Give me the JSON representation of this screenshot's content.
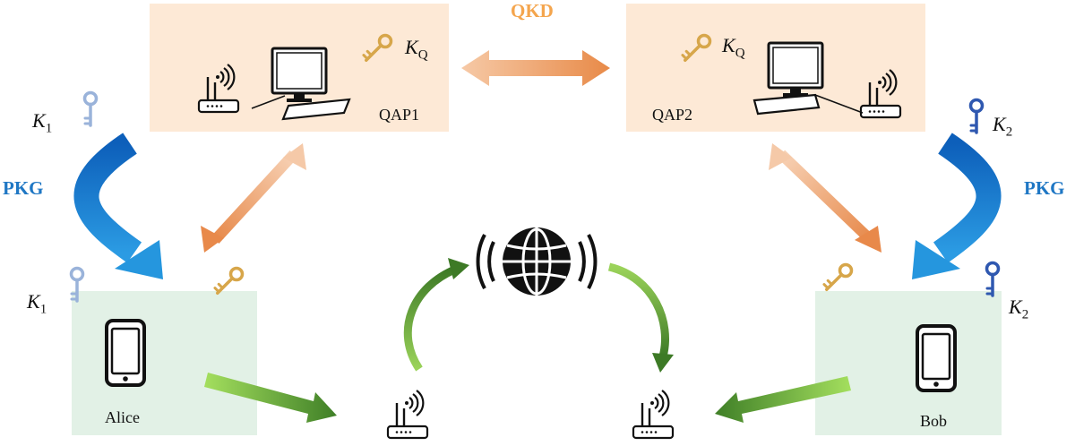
{
  "labels": {
    "qkd": "QKD",
    "qap1": "QAP1",
    "qap2": "QAP2",
    "alice": "Alice",
    "bob": "Bob",
    "pkg_left": "PKG",
    "pkg_right": "PKG",
    "kq_left": {
      "base": "K",
      "sub": "Q"
    },
    "kq_right": {
      "base": "K",
      "sub": "Q"
    },
    "k1_top": {
      "base": "K",
      "sub": "1"
    },
    "k1_bottom": {
      "base": "K",
      "sub": "1"
    },
    "k2_top": {
      "base": "K",
      "sub": "2"
    },
    "k2_bottom": {
      "base": "K",
      "sub": "2"
    }
  },
  "colors": {
    "qap_box": "#fde9d6",
    "user_box": "#e2f1e6",
    "orange_arrow": "#e8935a",
    "blue_arrow": "#1a74c9",
    "green_arrow": "#4e8f2a",
    "gold_key": "#d7a64a",
    "light_blue_key": "#9ab3da",
    "dark_blue_key": "#2f58b0",
    "qkd_text": "#f4a54d",
    "pkg_text": "#1f77c4"
  }
}
